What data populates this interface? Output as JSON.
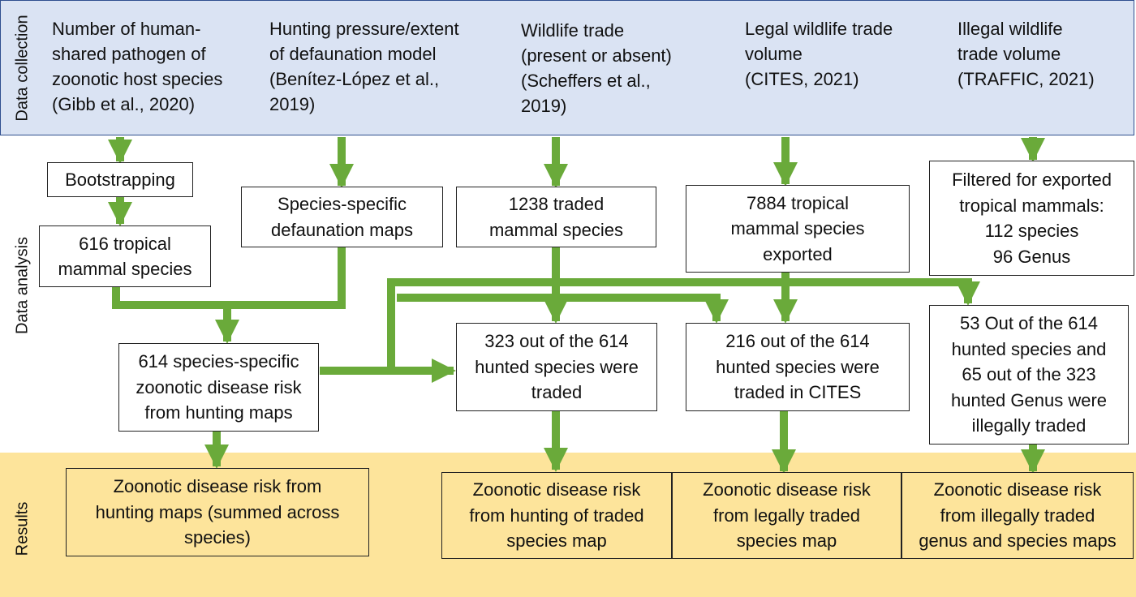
{
  "stages": {
    "collection": "Data collection",
    "analysis": "Data analysis",
    "results": "Results"
  },
  "sources": {
    "pathogen": "Number of human-\nshared pathogen of\nzoonotic host species\n(Gibb et al., 2020)",
    "hunting": "Hunting pressure/extent\nof defaunation model\n(Benítez-López et al.,\n2019)",
    "trade": "Wildlife trade\n(present or absent)\n(Scheffers et al.,\n2019)",
    "legal": "Legal wildlife trade\nvolume\n(CITES, 2021)",
    "illegal": "Illegal wildlife\ntrade volume\n(TRAFFIC, 2021)"
  },
  "analysis": {
    "bootstrapping": "Bootstrapping",
    "tropical616": "616 tropical\nmammal species",
    "defaunation_maps": "Species-specific\ndefaunation maps",
    "traded1238": "1238 traded\nmammal species",
    "exported7884": "7884 tropical\nmammal species\nexported",
    "filtered": "Filtered for exported\ntropical mammals:\n112 species\n96 Genus",
    "risk614": "614 species-specific\nzoonotic disease risk\nfrom hunting maps",
    "traded323": "323 out of the 614\nhunted species were\ntraded",
    "cites216": "216 out of the 614\nhunted species were\ntraded in CITES",
    "illegal53": "53 Out of the 614\nhunted species and\n65 out of the 323\nhunted Genus were\nillegally traded"
  },
  "results": {
    "summed": "Zoonotic disease risk from\nhunting maps (summed across\nspecies)",
    "traded_map": "Zoonotic disease risk\nfrom hunting of traded\nspecies map",
    "legal_map": "Zoonotic disease risk\nfrom legally traded\nspecies map",
    "illegal_map": "Zoonotic disease risk\nfrom illegally traded\ngenus and species maps"
  },
  "colors": {
    "arrow": "#6aaa3a",
    "collection_band": "#dae3f3",
    "results_band": "#fde49b"
  }
}
